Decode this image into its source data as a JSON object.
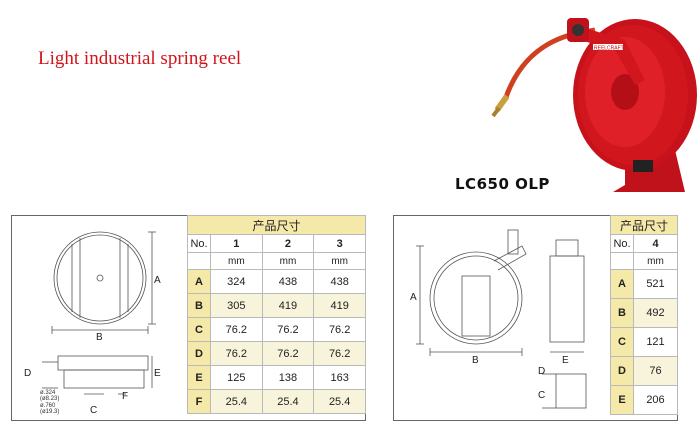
{
  "title": "Light industrial spring reel",
  "model": "LC650 OLP",
  "left_table": {
    "header": "产品尺寸",
    "no_label": "No.",
    "columns": [
      "1",
      "2",
      "3"
    ],
    "unit": "mm",
    "rows": [
      {
        "label": "A",
        "values": [
          "324",
          "438",
          "438"
        ]
      },
      {
        "label": "B",
        "values": [
          "305",
          "419",
          "419"
        ]
      },
      {
        "label": "C",
        "values": [
          "76.2",
          "76.2",
          "76.2"
        ]
      },
      {
        "label": "D",
        "values": [
          "76.2",
          "76.2",
          "76.2"
        ]
      },
      {
        "label": "E",
        "values": [
          "125",
          "138",
          "163"
        ]
      },
      {
        "label": "F",
        "values": [
          "25.4",
          "25.4",
          "25.4"
        ]
      }
    ]
  },
  "right_table": {
    "header": "产品尺寸",
    "no_label": "No.",
    "columns": [
      "4"
    ],
    "unit": "mm",
    "rows": [
      {
        "label": "A",
        "values": [
          "521"
        ]
      },
      {
        "label": "B",
        "values": [
          "492"
        ]
      },
      {
        "label": "C",
        "values": [
          "121"
        ]
      },
      {
        "label": "D",
        "values": [
          "76"
        ]
      },
      {
        "label": "E",
        "values": [
          "206"
        ]
      }
    ]
  },
  "left_drawing": {
    "dim_a": "A",
    "dim_b": "B",
    "dim_c": "C",
    "dim_d": "D",
    "dim_e": "E",
    "dim_f": "F",
    "note1": "ø.324",
    "note2": "(ø8.23)",
    "note3": "ø.760",
    "note4": "(ø19.3)"
  },
  "right_drawing": {
    "dim_a": "A",
    "dim_b": "B",
    "dim_c": "C",
    "dim_d": "D",
    "dim_e": "E"
  },
  "brand_text": "REELCRAFT",
  "colors": {
    "reel_red": "#d2161e",
    "title_red": "#d0141b",
    "table_header": "#f5e9a9"
  }
}
